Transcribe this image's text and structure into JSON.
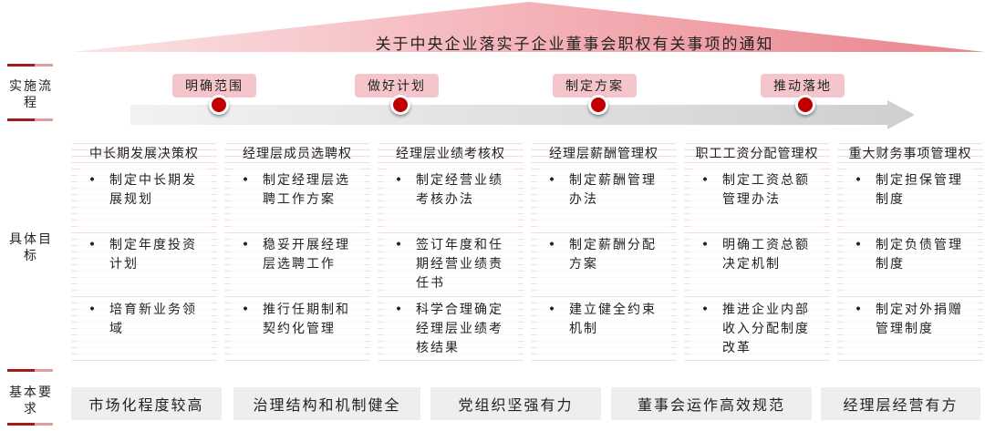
{
  "title": "关于中央企业落实子企业董事会职权有关事项的通知",
  "row_labels": {
    "process": "实施流程",
    "goals": "具体目标",
    "requirements": "基本要求"
  },
  "process_steps": [
    "明确范围",
    "做好计划",
    "制定方案",
    "推动落地"
  ],
  "columns": [
    {
      "header": "中长期发展决策权",
      "items": [
        "制定中长期发展规划",
        "制定年度投资计划",
        "培育新业务领域"
      ]
    },
    {
      "header": "经理层成员选聘权",
      "items": [
        "制定经理层选聘工作方案",
        "稳妥开展经理层选聘工作",
        "推行任期制和契约化管理"
      ]
    },
    {
      "header": "经理层业绩考核权",
      "items": [
        "制定经营业绩考核办法",
        "签订年度和任期经营业绩责任书",
        "科学合理确定经理层业绩考核结果"
      ]
    },
    {
      "header": "经理层薪酬管理权",
      "items": [
        "制定薪酬管理办法",
        "制定薪酬分配方案",
        "建立健全约束机制"
      ]
    },
    {
      "header": "职工工资分配管理权",
      "items": [
        "制定工资总额管理办法",
        "明确工资总额决定机制",
        "推进企业内部收入分配制度改革"
      ]
    },
    {
      "header": "重大财务事项管理权",
      "items": [
        "制定担保管理制度",
        "制定负债管理制度",
        "制定对外捐赠管理制度"
      ]
    }
  ],
  "requirements": [
    "市场化程度较高",
    "治理结构和机制健全",
    "党组织坚强有力",
    "董事会运作高效规范",
    "经理层经营有方"
  ],
  "colors": {
    "accent": "#c00000",
    "pill": "#f4c6cb"
  }
}
